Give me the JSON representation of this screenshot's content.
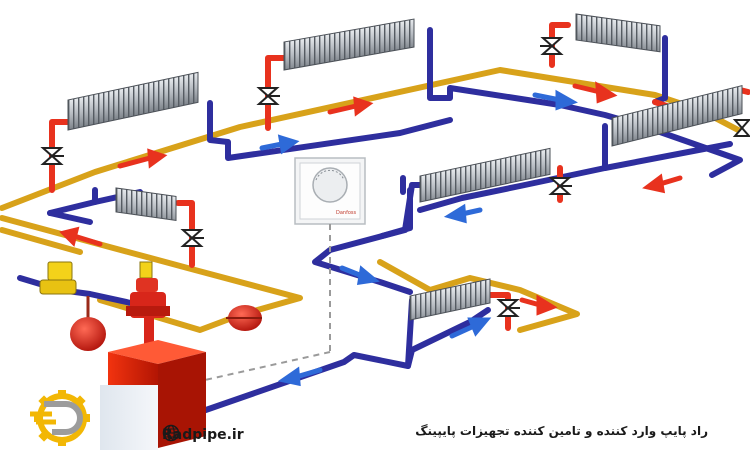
{
  "brand": {
    "site": "Radpipe.ir",
    "tagline": "راد پایپ وارد کننده و تامین کننده تجهیزات پایپینگ"
  },
  "thermostat": {
    "brand_mark": "Danfoss"
  },
  "colors": {
    "supply_red": "#e8321e",
    "return_blue": "#2e2e9e",
    "loop_gold": "#d8a21a",
    "boiler_red": "#d81e05",
    "radiator_grey": "#b9bec3"
  },
  "icons": [
    "globe-icon",
    "valve-icon",
    "arrow-icon",
    "expansion-tank-icon",
    "pump-icon",
    "boiler-icon",
    "thermostat-icon",
    "radiator-icon"
  ]
}
